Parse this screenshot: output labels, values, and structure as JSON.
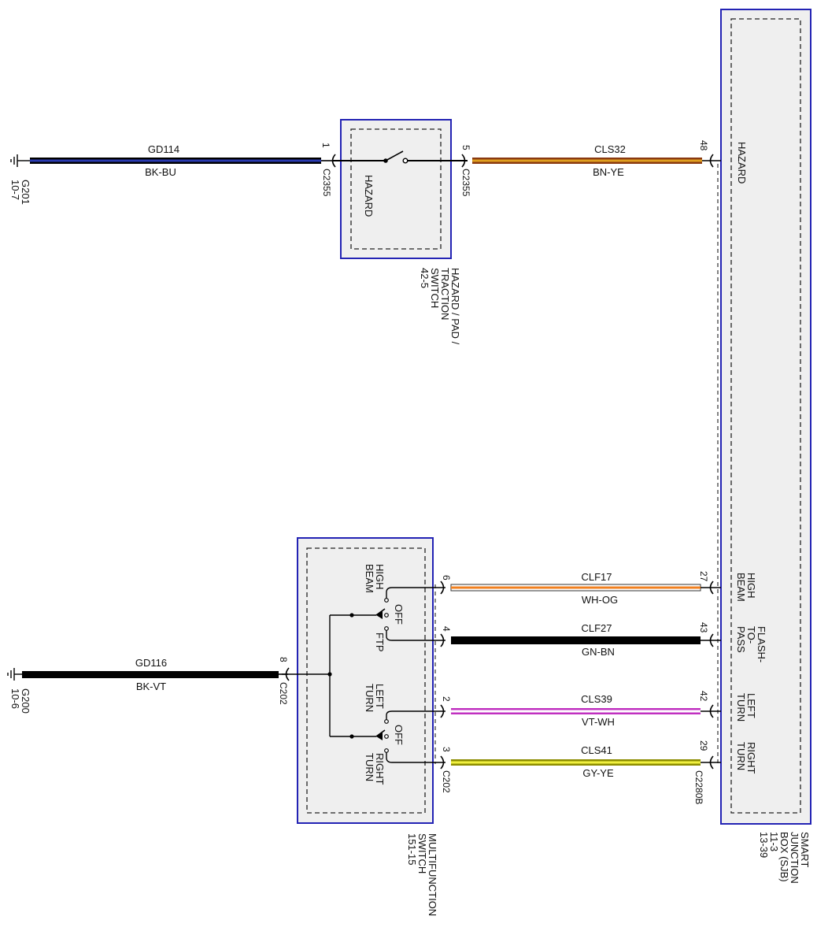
{
  "colors": {
    "module_border": "#2323b4",
    "module_fill": "#efefef",
    "wire_bk_bu": "#1a2a90",
    "wire_bn_ye": "#8a3a10",
    "wire_bn_ye_stripe": "#e0a020",
    "wire_wh_og_stripe": "#f08020",
    "wire_vt_wh": "#c030c0",
    "wire_gy_ye": "#a0a000",
    "wire_black": "#000000"
  },
  "grounds": {
    "g201": {
      "name": "G201",
      "page": "10-7"
    },
    "g200": {
      "name": "G200",
      "page": "10-6"
    }
  },
  "hazard_switch": {
    "name_lines": [
      "HAZARD / PAD /",
      "TRACTION",
      "SWITCH",
      "42-5"
    ],
    "internal_label": "HAZARD",
    "pin_in": "1",
    "pin_out": "5",
    "connector_in": "C2355",
    "connector_out": "C2355"
  },
  "multifunction_switch": {
    "name_lines": [
      "MULTIFUNCTION",
      "SWITCH",
      "151-15"
    ],
    "pin_ground": "8",
    "connector_ground": "C202",
    "connector_out": "C202",
    "labels": {
      "high_beam": "HIGH BEAM",
      "off_top": "OFF",
      "ftp": "FTP",
      "left_turn": "LEFT TURN",
      "off_bottom": "OFF",
      "right_turn": "RIGHT TURN"
    }
  },
  "sjb": {
    "name_lines": [
      "SMART",
      "JUNCTION",
      "BOX (SJB)",
      "11-3",
      "13-39"
    ],
    "connector": "C2280B",
    "functions": {
      "hazard": "HAZARD",
      "high_beam": "HIGH BEAM",
      "flash_to_pass": "FLASH- TO- PASS",
      "left_turn": "LEFT TURN",
      "right_turn": "RIGHT TURN"
    }
  },
  "wires": {
    "gd114": {
      "circuit": "GD114",
      "color": "BK-BU"
    },
    "cls32": {
      "circuit": "CLS32",
      "color": "BN-YE",
      "pin_sjb": "48"
    },
    "gd116": {
      "circuit": "GD116",
      "color": "BK-VT"
    },
    "clf17": {
      "circuit": "CLF17",
      "color": "WH-OG",
      "pin_mfs": "6",
      "pin_sjb": "27"
    },
    "clf27": {
      "circuit": "CLF27",
      "color": "GN-BN",
      "pin_mfs": "4",
      "pin_sjb": "43"
    },
    "cls39": {
      "circuit": "CLS39",
      "color": "VT-WH",
      "pin_mfs": "2",
      "pin_sjb": "42"
    },
    "cls41": {
      "circuit": "CLS41",
      "color": "GY-YE",
      "pin_mfs": "3",
      "pin_sjb": "29"
    }
  }
}
